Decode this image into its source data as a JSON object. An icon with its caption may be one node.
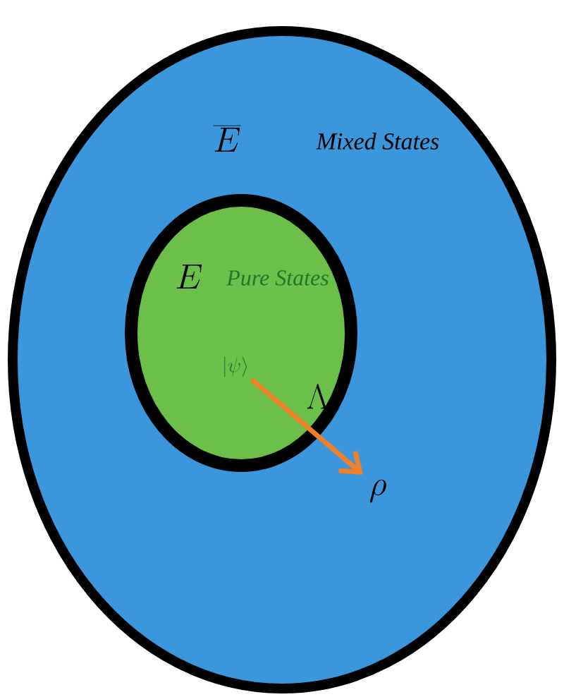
{
  "diagram": {
    "nodes": [
      {
        "text": [
          "\\overline{E}",
          "Mixed States"
        ]
      },
      {
        "text": [
          "E",
          "Pure States"
        ],
        "in": 0
      },
      {
        "text": [
          "|\\psi\\rangle"
        ],
        "in": 1
      },
      {
        "text": [
          "\\rho"
        ],
        "in": 0
      }
    ],
    "edges": [
      {
        "from": 2,
        "to": 3,
        "arrow": "to",
        "label": "\\Lambda",
        "color": "#f07f2a"
      }
    ]
  }
}
